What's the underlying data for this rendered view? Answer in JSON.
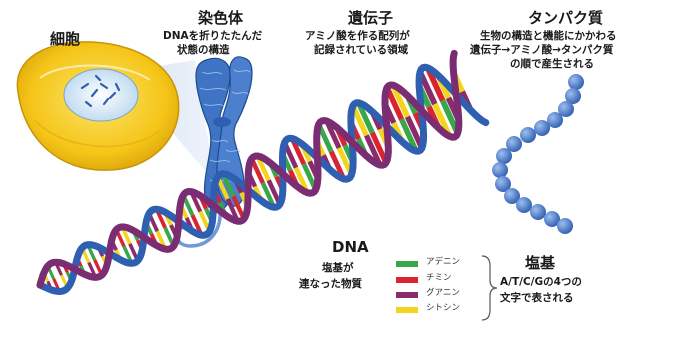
{
  "labels": {
    "cell": "細胞",
    "chromosome": "染色体",
    "chromosome_desc": [
      "DNAを折りたたんだ",
      "状態の構造"
    ],
    "gene": "遺伝子",
    "gene_desc": [
      "アミノ酸を作る配列が",
      "記録されている領域"
    ],
    "protein": "タンパク質",
    "protein_desc": [
      "生物の構造と機能にかかわる",
      "遺伝子→アミノ酸→タンパク質",
      "の順で産生される"
    ],
    "dna": "DNA",
    "dna_desc": [
      "塩基が",
      "連なった物質"
    ],
    "base": "塩基",
    "base_desc": [
      "A/T/C/Gの4つの",
      "文字で表される"
    ]
  },
  "legend": [
    {
      "label": "アデニン",
      "color": "#3aa64a"
    },
    {
      "label": "チミン",
      "color": "#d8252f"
    },
    {
      "label": "グアニン",
      "color": "#8a2b6b"
    },
    {
      "label": "シトシン",
      "color": "#f2d51c"
    }
  ],
  "colors": {
    "strand_blue": "#2f5fb0",
    "strand_purple": "#7a2d72",
    "cell_yellow": "#f5c518",
    "chromosome_blue": "#3f74c4",
    "protein_bead": "#4a7cc9"
  }
}
